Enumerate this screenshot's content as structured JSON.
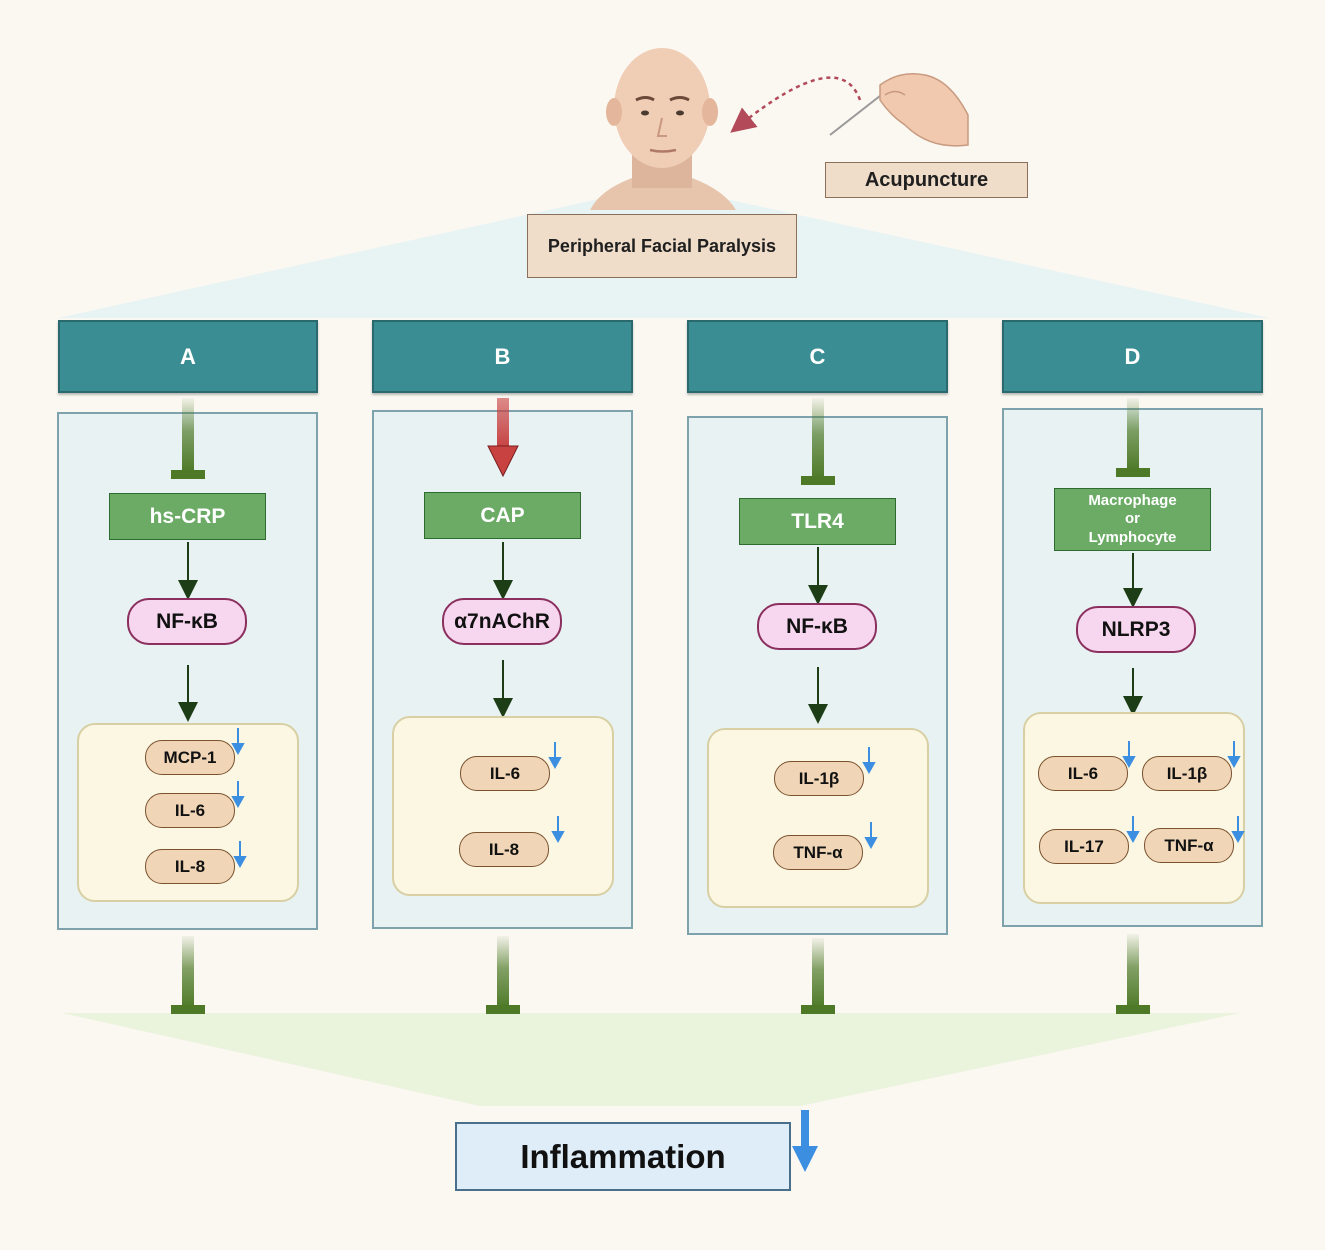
{
  "top": {
    "acupuncture_label": "Acupuncture",
    "condition_label": "Peripheral Facial Paralysis"
  },
  "columns": [
    {
      "letter": "A",
      "upstream": "hs-CRP",
      "upstream_effect": "inhibit",
      "mediator": "NF-κB",
      "cytokines": [
        "MCP-1",
        "IL-6",
        "IL-8"
      ]
    },
    {
      "letter": "B",
      "upstream": "CAP",
      "upstream_effect": "activate",
      "mediator": "α7nAChR",
      "cytokines": [
        "IL-6",
        "IL-8"
      ]
    },
    {
      "letter": "C",
      "upstream": "TLR4",
      "upstream_effect": "inhibit",
      "mediator": "NF-κB",
      "cytokines": [
        "IL-1β",
        "TNF-α"
      ]
    },
    {
      "letter": "D",
      "upstream": "Macrophage or Lymphocyte",
      "upstream_lines": [
        "Macrophage",
        "or",
        "Lymphocyte"
      ],
      "upstream_effect": "inhibit",
      "mediator": "NLRP3",
      "cytokines": [
        "IL-6",
        "IL-1β",
        "IL-17",
        "TNF-α"
      ]
    }
  ],
  "outcome": {
    "label": "Inflammation",
    "trend": "decrease"
  },
  "colors": {
    "column_header": "#3a8e93",
    "inhibition": "#4e7a28",
    "activation": "#c84242",
    "decrease_arrow": "#3c8fe0"
  },
  "icons": [
    "head-illustration-icon",
    "hand-needle-icon",
    "down-arrow-icon"
  ]
}
